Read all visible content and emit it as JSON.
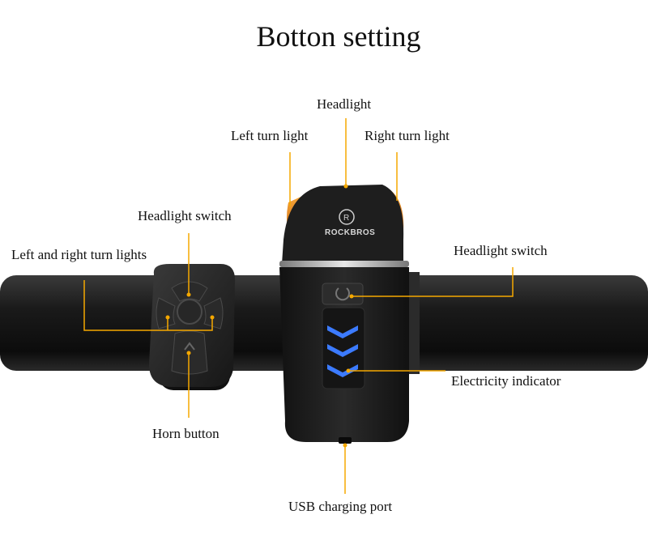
{
  "title": "Botton setting",
  "brand": "ROCKBROS",
  "labels": {
    "headlight": "Headlight",
    "left_turn_light": "Left turn light",
    "right_turn_light": "Right turn light",
    "headlight_switch_remote": "Headlight switch",
    "left_right_turn_lights": "Left and right turn lights",
    "headlight_switch_unit": "Headlight switch",
    "electricity_indicator": "Electricity indicator",
    "horn_button": "Horn button",
    "usb_charging_port": "USB charging port"
  },
  "colors": {
    "callout_line": "#f5a800",
    "turn_light": "#f08a1c",
    "indicator": "#2f6cff",
    "body": "#1b1b1b",
    "handlebar": "#151515"
  }
}
